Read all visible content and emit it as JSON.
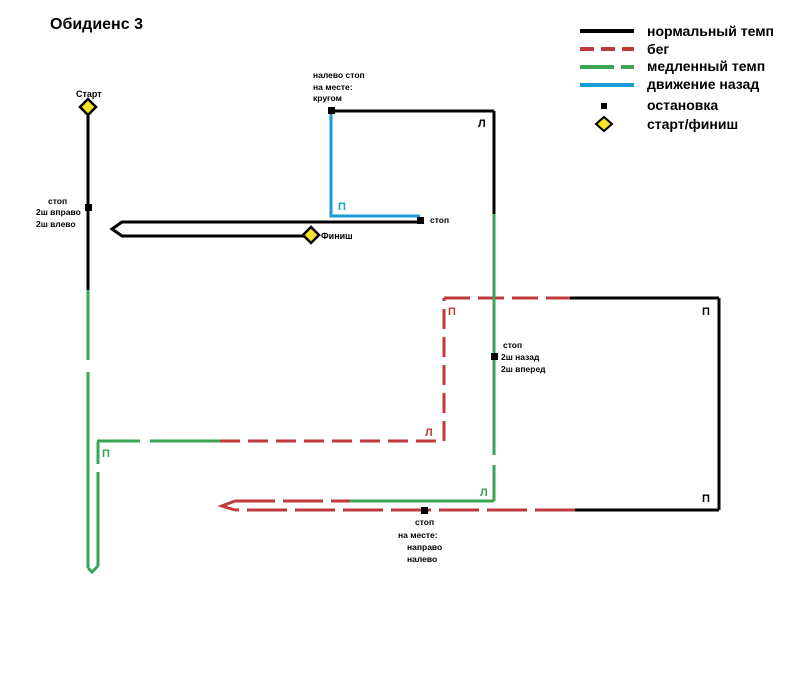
{
  "title": "Обидиенс 3",
  "colors": {
    "normal": "#000000",
    "run": "#c0393b",
    "slow": "#3aa555",
    "back": "#1b9bd7",
    "marker_fill": "#f5e326"
  },
  "legend": {
    "normal": "нормальный темп",
    "run": "бег",
    "slow": "медленный темп",
    "back": "движение назад",
    "stop": "остановка",
    "startfinish": "старт/финиш"
  },
  "labels": {
    "start": "Старт",
    "finish": "Финиш",
    "stop1": [
      "стоп",
      "2ш вправо",
      "2ш влево"
    ],
    "stop2": [
      "налево стоп",
      "на месте:",
      "кругом"
    ],
    "stop3": "стоп",
    "stop4": [
      "стоп",
      "2ш назад",
      "2ш вперед"
    ],
    "stop5": [
      "стоп",
      "на месте:",
      "направо",
      "налево"
    ]
  },
  "turns": {
    "l1": "Л",
    "p1": "П",
    "p2": "П",
    "p3": "П",
    "p4": "П",
    "l2": "Л",
    "p5": "П",
    "l3": "Л"
  }
}
